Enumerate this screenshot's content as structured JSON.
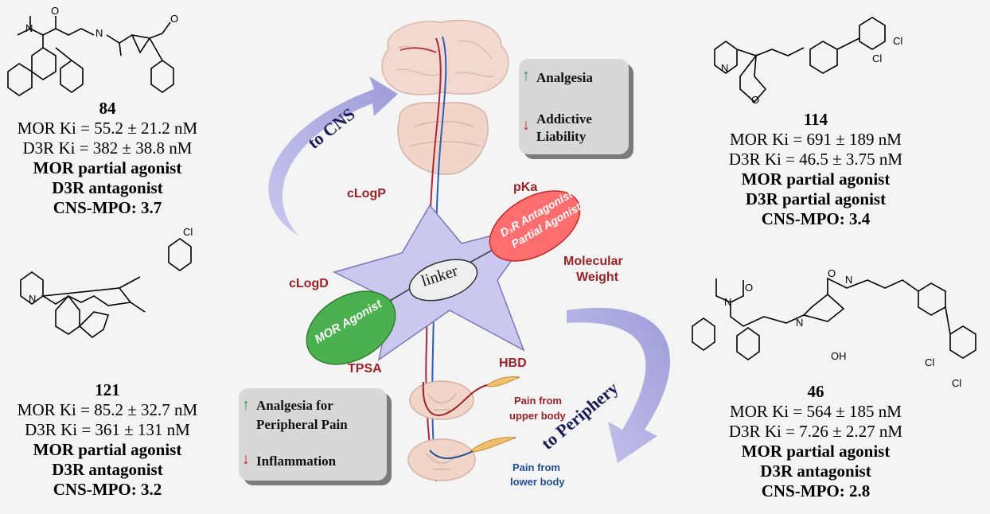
{
  "colors": {
    "param_label": "#9b2226",
    "star_fill": "#c8c6ee",
    "arrow_fill": "#aeacdf",
    "mor_ellipse": "#47b34a",
    "d3r_ellipse": "#ff6b6b",
    "callout_bg": "#d8d8d8",
    "up_arrow": "#1a9a3a",
    "down_arrow": "#d32020",
    "upper_body": "#9b2226",
    "lower_body": "#1f4e9b"
  },
  "center": {
    "linker": "linker",
    "mor_agonist": "MOR Agonist",
    "d3r_antagonist": "D₃R Antagonist",
    "d3r_partial": "Partial Agonist",
    "params": {
      "clogp": "cLogP",
      "pka": "pKa",
      "mw_line1": "Molecular",
      "mw_line2": "Weight",
      "clogd": "cLogD",
      "tpsa": "TPSA",
      "hbd": "HBD"
    },
    "to_cns": "to CNS",
    "to_periphery": "to Periphery",
    "pain_upper_1": "Pain from",
    "pain_upper_2": "upper body",
    "pain_lower_1": "Pain from",
    "pain_lower_2": "lower body"
  },
  "callout_cns": {
    "item1": "Analgesia",
    "item2_line1": "Addictive",
    "item2_line2": "Liability"
  },
  "callout_periphery": {
    "item1_line1": "Analgesia for",
    "item1_line2": "Peripheral Pain",
    "item2": "Inflammation"
  },
  "compounds": {
    "c84": {
      "id": "84",
      "mor_ki": "MOR Ki = 55.2 ± 21.2 nM",
      "d3r_ki": "D3R Ki = 382 ± 38.8 nM",
      "mor_type": "MOR partial agonist",
      "d3r_type": "D3R antagonist",
      "mpo": "CNS-MPO: 3.7"
    },
    "c121": {
      "id": "121",
      "mor_ki": "MOR Ki = 85.2 ± 32.7 nM",
      "d3r_ki": "D3R Ki = 361 ± 131 nM",
      "mor_type": "MOR partial agonist",
      "d3r_type": "D3R antagonist",
      "mpo": "CNS-MPO: 3.2"
    },
    "c114": {
      "id": "114",
      "mor_ki": "MOR Ki = 691 ± 189 nM",
      "d3r_ki": "D3R Ki = 46.5 ± 3.75 nM",
      "mor_type": "MOR partial agonist",
      "d3r_type": "D3R partial agonist",
      "mpo": "CNS-MPO: 3.4"
    },
    "c46": {
      "id": "46",
      "mor_ki": "MOR Ki = 564 ± 185 nM",
      "d3r_ki": "D3R Ki = 7.26 ± 2.27 nM",
      "mor_type": "MOR partial agonist",
      "d3r_type": "D3R antagonist",
      "mpo": "CNS-MPO: 2.8"
    }
  },
  "atoms": {
    "O": "O",
    "N": "N",
    "H": "H",
    "Cl": "Cl",
    "OH": "OH"
  }
}
